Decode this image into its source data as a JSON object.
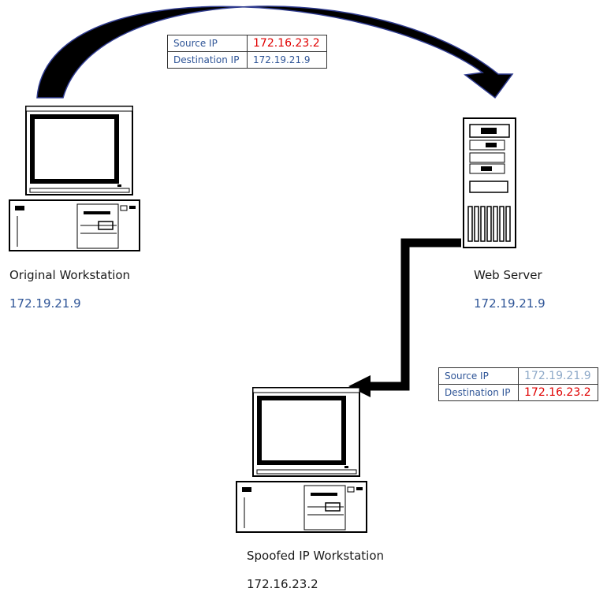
{
  "nodes": {
    "original": {
      "name": "Original Workstation",
      "ip": "172.19.21.9"
    },
    "server": {
      "name": "Web Server",
      "ip": "172.19.21.9"
    },
    "spoofed": {
      "name": "Spoofed IP Workstation",
      "ip": "172.16.23.2"
    }
  },
  "request_packet": {
    "source_label": "Source IP",
    "source_value": "172.16.23.2",
    "dest_label": "Destination IP",
    "dest_value": "172.19.21.9"
  },
  "response_packet": {
    "source_label": "Source IP",
    "source_value": "172.19.21.9",
    "dest_label": "Destination IP",
    "dest_value": "172.16.23.2"
  },
  "colors": {
    "ip_text": "#2f5597",
    "highlight": "#e00000",
    "faded": "#8ea9c8",
    "arrow_fill": "#000000",
    "arrow_outline": "#2f3b8f"
  }
}
